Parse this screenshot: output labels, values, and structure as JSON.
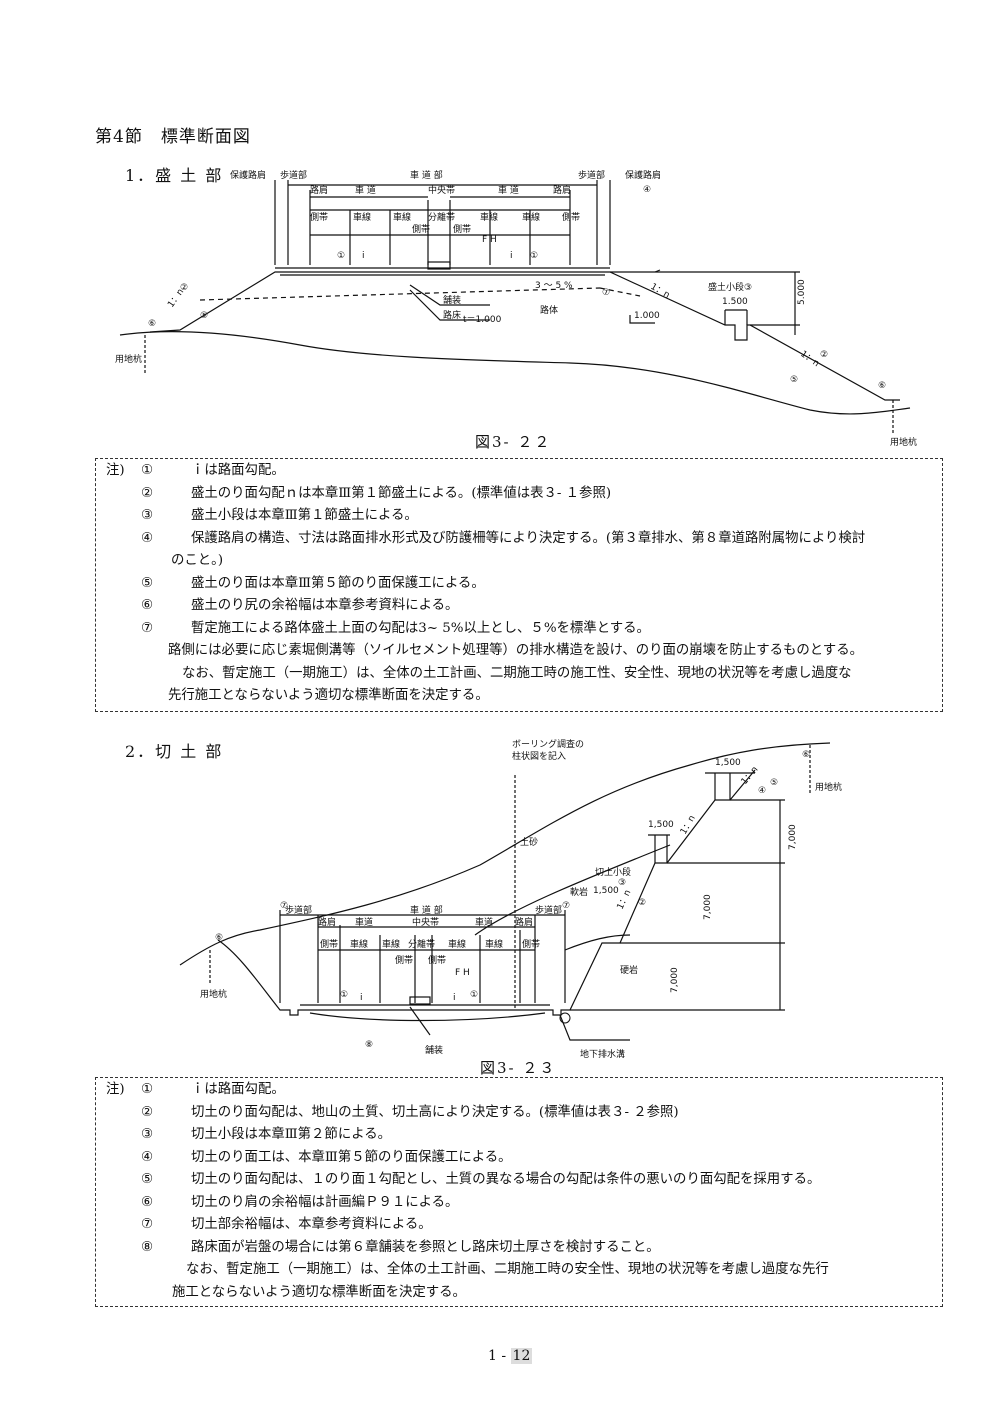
{
  "section_title": "第4節　標準断面図",
  "fill": {
    "heading": "1．盛 土 部",
    "labels": {
      "shoulder_left": "保護路肩",
      "sidewalk_left": "歩道部",
      "carriageway": "車 道 部",
      "sidewalk_right": "歩道部",
      "shoulder_right": "保護路肩",
      "shoulder_right_num": "④",
      "road_shoulder_l": "路肩",
      "roadway_l": "車 道",
      "median": "中央帯",
      "roadway_r": "車 道",
      "road_shoulder_r": "路肩",
      "side_strip_l": "側帯",
      "lane1": "車線",
      "lane2": "車線",
      "separator": "分離帯",
      "lane3": "車線",
      "lane4": "車線",
      "side_strip_r": "側帯",
      "side_strip_m1": "側帯",
      "side_strip_m2": "側帯",
      "fh": "F H",
      "i_left": "i",
      "i_right": "i",
      "n1_left": "①",
      "n1_right": "①",
      "n2_left": "②",
      "slope_left": "1：n",
      "n5_left": "⑤",
      "n6_left": "⑥",
      "stake_left": "用地杭",
      "grade": "3 ～ 5 %",
      "n7": "⑦",
      "dim_1000": "1.000",
      "paving": "舗装",
      "subgrade": "路床",
      "t_value": "t＝1.000",
      "body": "路体",
      "slope_right": "1：n",
      "berm": "盛土小段③",
      "berm_w": "1.500",
      "height": "5.000",
      "n2_right": "②",
      "slope_right2": "1：n",
      "n5_right": "⑤",
      "n6_right": "⑥",
      "stake_right": "用地杭"
    },
    "caption": "図3- ２２",
    "notes_label": "注)",
    "notes": [
      {
        "num": "①",
        "text": "ｉは路面勾配。"
      },
      {
        "num": "②",
        "text": "盛土のり面勾配ｎは本章Ⅲ第１節盛土による。(標準値は表３- １参照)"
      },
      {
        "num": "③",
        "text": "盛土小段は本章Ⅲ第１節盛土による。"
      },
      {
        "num": "④",
        "text": "保護路肩の構造、寸法は路面排水形式及び防護柵等により決定する。(第３章排水、第８章道路附属物により検討"
      },
      {
        "num": "",
        "text": "のこと。)"
      },
      {
        "num": "⑤",
        "text": "盛土のり面は本章Ⅲ第５節のり面保護工による。"
      },
      {
        "num": "⑥",
        "text": "盛土のり尻の余裕幅は本章参考資料による。"
      },
      {
        "num": "⑦",
        "text": "暫定施工による路体盛土上面の勾配は3~ 5%以上とし、５%を標準とする。"
      }
    ],
    "note_para1": "路側には必要に応じ素堀側溝等（ソイルセメント処理等）の排水構造を設け、のり面の崩壊を防止するものとする。",
    "note_para2": "なお、暫定施工（一期施工）は、全体の土工計画、二期施工時の施工性、安全性、現地の状況等を考慮し過度な",
    "note_para3": "先行施工とならないよう適切な標準断面を決定する。"
  },
  "cut": {
    "heading": "2．切 土 部",
    "labels": {
      "boring1": "ボーリング調査の",
      "boring2": "柱状図を記入",
      "earth": "土砂",
      "berm": "切土小段",
      "berm_num": "③",
      "soft_rock": "軟岩",
      "w1500_a": "1,500",
      "w1500_b": "1,500",
      "w1500_c": "1,500",
      "slope_a": "1：n",
      "slope_b": "1：n",
      "slope_c": "1：n",
      "n2": "②",
      "n4": "④",
      "n5": "⑤",
      "n6_right": "⑥",
      "n6_left": "⑥",
      "n7_left": "⑦",
      "n7_right": "⑦",
      "h7000_a": "7,000",
      "h7000_b": "7,000",
      "h7000_c": "7,000",
      "hard_rock": "硬岩",
      "stake_right": "用地杭",
      "stake_left": "用地杭",
      "sidewalk_l": "歩道部",
      "carriageway": "車 道 部",
      "sidewalk_r": "歩道部",
      "road_shoulder_l": "路肩",
      "roadway_l": "車道",
      "median": "中央帯",
      "roadway_r": "車道",
      "road_shoulder_r": "路肩",
      "side_strip_l": "側帯",
      "lane1": "車線",
      "lane2": "車線",
      "separator": "分離帯",
      "lane3": "車線",
      "lane4": "車線",
      "side_strip_r": "側帯",
      "side_strip_m1": "側帯",
      "side_strip_m2": "側帯",
      "fh": "F H",
      "n1_left": "①",
      "n1_right": "①",
      "i_left": "i",
      "i_right": "i",
      "n8": "⑧",
      "paving": "舗装",
      "drain": "地下排水溝"
    },
    "caption": "図3- ２３",
    "notes_label": "注)",
    "notes": [
      {
        "num": "①",
        "text": "ｉは路面勾配。"
      },
      {
        "num": "②",
        "text": "切土のり面勾配は、地山の土質、切土高により決定する。(標準値は表３- ２参照)"
      },
      {
        "num": "③",
        "text": "切土小段は本章Ⅲ第２節による。"
      },
      {
        "num": "④",
        "text": "切土のり面工は、本章Ⅲ第５節のり面保護工による。"
      },
      {
        "num": "⑤",
        "text": "切土のり面勾配は、１のり面１勾配とし、土質の異なる場合の勾配は条件の悪いのり面勾配を採用する。"
      },
      {
        "num": "⑥",
        "text": "切土のり肩の余裕幅は計画編Ｐ９１による。"
      },
      {
        "num": "⑦",
        "text": "切土部余裕幅は、本章参考資料による。"
      },
      {
        "num": "⑧",
        "text": "路床面が岩盤の場合には第６章舗装を参照とし路床切土厚さを検討すること。"
      }
    ],
    "note_para1": "なお、暫定施工（一期施工）は、全体の土工計画、二期施工時の安全性、現地の状況等を考慮し過度な先行",
    "note_para2": "施工とならないよう適切な標準断面を決定する。"
  },
  "page_number_prefix": "1 -",
  "page_number": "12"
}
